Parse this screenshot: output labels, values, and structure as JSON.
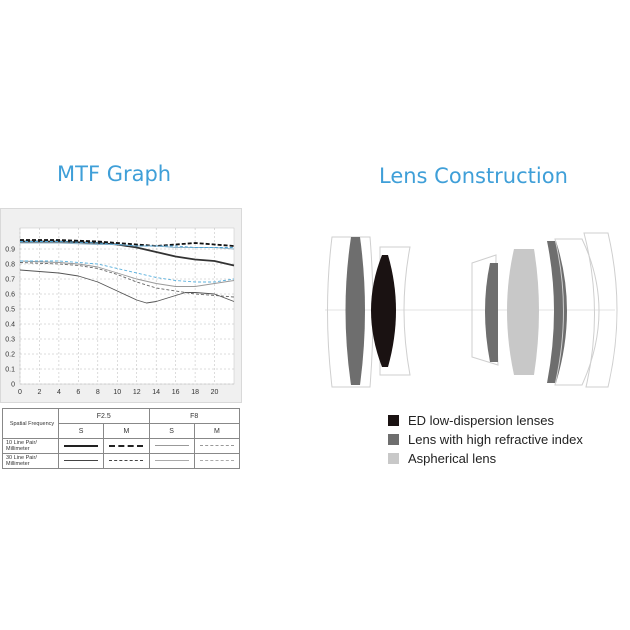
{
  "titles": {
    "mtf": "MTF Graph",
    "lens": "Lens Construction"
  },
  "chart_data": {
    "type": "line",
    "title": "MTF Graph",
    "xlim": [
      0,
      22
    ],
    "ylim": [
      0,
      1
    ],
    "x_ticks": [
      "0",
      "2",
      "4",
      "6",
      "8",
      "10",
      "12",
      "14",
      "16",
      "18",
      "20"
    ],
    "y_ticks": [
      "0",
      "0.1",
      "0.2",
      "0.3",
      "0.4",
      "0.5",
      "0.6",
      "0.7",
      "0.8",
      "0.9"
    ],
    "grid": true,
    "series": [
      {
        "name": "S",
        "group": "10 Line Pair/ Millimeter",
        "aperture": "F2.5",
        "style": "solid-bold",
        "color": "#333333",
        "x": [
          0,
          4,
          8,
          10,
          12,
          14,
          16,
          18,
          20,
          22
        ],
        "y": [
          0.95,
          0.95,
          0.94,
          0.93,
          0.91,
          0.88,
          0.85,
          0.83,
          0.82,
          0.79
        ]
      },
      {
        "name": "M",
        "group": "10 Line Pair/ Millimeter",
        "aperture": "F2.5",
        "style": "dashed-bold",
        "color": "#111111",
        "x": [
          0,
          4,
          8,
          10,
          12,
          14,
          16,
          18,
          20,
          22
        ],
        "y": [
          0.96,
          0.96,
          0.95,
          0.94,
          0.93,
          0.92,
          0.93,
          0.94,
          0.93,
          0.92
        ]
      },
      {
        "name": "S",
        "group": "10 Line Pair/ Millimeter",
        "aperture": "F8",
        "style": "solid",
        "color": "#8fb3c7",
        "x": [
          0,
          4,
          8,
          10,
          12,
          14,
          16,
          18,
          20,
          22
        ],
        "y": [
          0.94,
          0.94,
          0.93,
          0.93,
          0.92,
          0.92,
          0.91,
          0.91,
          0.91,
          0.9
        ]
      },
      {
        "name": "M",
        "group": "10 Line Pair/ Millimeter",
        "aperture": "F8",
        "style": "dashed",
        "color": "#4aa3d6",
        "x": [
          0,
          4,
          8,
          10,
          12,
          14,
          16,
          18,
          20,
          22
        ],
        "y": [
          0.95,
          0.95,
          0.94,
          0.93,
          0.92,
          0.92,
          0.92,
          0.91,
          0.91,
          0.91
        ]
      },
      {
        "name": "S",
        "group": "30 Line Pair/ Millimeter",
        "aperture": "F2.5",
        "style": "solid",
        "color": "#555555",
        "x": [
          0,
          4,
          6,
          8,
          10,
          12,
          13,
          14,
          16,
          17,
          18,
          20,
          22
        ],
        "y": [
          0.76,
          0.74,
          0.72,
          0.68,
          0.62,
          0.56,
          0.54,
          0.55,
          0.59,
          0.61,
          0.61,
          0.6,
          0.55
        ]
      },
      {
        "name": "M",
        "group": "30 Line Pair/ Millimeter",
        "aperture": "F2.5",
        "style": "dashed",
        "color": "#666666",
        "x": [
          0,
          4,
          6,
          8,
          10,
          12,
          14,
          16,
          18,
          20,
          22
        ],
        "y": [
          0.81,
          0.8,
          0.79,
          0.77,
          0.73,
          0.68,
          0.64,
          0.62,
          0.6,
          0.59,
          0.58
        ]
      },
      {
        "name": "S",
        "group": "30 Line Pair/ Millimeter",
        "aperture": "F8",
        "style": "solid",
        "color": "#999999",
        "x": [
          0,
          4,
          6,
          8,
          10,
          12,
          14,
          16,
          18,
          20,
          22
        ],
        "y": [
          0.82,
          0.81,
          0.8,
          0.78,
          0.74,
          0.7,
          0.67,
          0.65,
          0.65,
          0.67,
          0.69
        ]
      },
      {
        "name": "M",
        "group": "30 Line Pair/ Millimeter",
        "aperture": "F8",
        "style": "dashed",
        "color": "#5ab0dd",
        "x": [
          0,
          4,
          6,
          8,
          10,
          12,
          14,
          16,
          18,
          20,
          22
        ],
        "y": [
          0.82,
          0.82,
          0.81,
          0.8,
          0.77,
          0.74,
          0.71,
          0.69,
          0.68,
          0.68,
          0.7
        ]
      }
    ]
  },
  "legend_table": {
    "header": "Spatial Frequency",
    "apertures": [
      "F2.5",
      "F8"
    ],
    "columns": [
      "S",
      "M",
      "S",
      "M"
    ],
    "rows": [
      "10 Line Pair/ Millimeter",
      "30 Line Pair/ Millimeter"
    ]
  },
  "lens_legend": [
    {
      "label": "ED low-dispersion lenses",
      "color": "#1a1212"
    },
    {
      "label": "Lens with high refractive index",
      "color": "#6e6e6e"
    },
    {
      "label": "Aspherical lens",
      "color": "#c8c8c8"
    }
  ]
}
